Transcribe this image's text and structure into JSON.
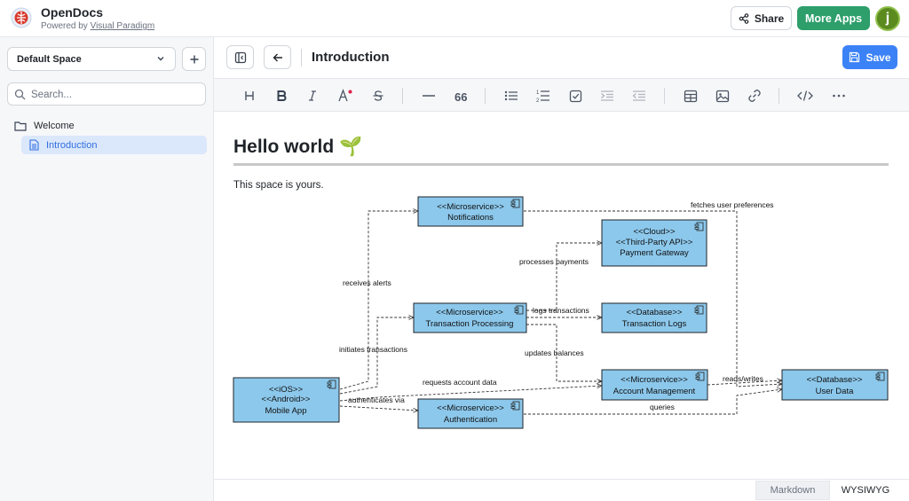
{
  "app": {
    "title": "OpenDocs",
    "powered_by_prefix": "Powered by ",
    "powered_by_link": "Visual Paradigm"
  },
  "topbar": {
    "share_label": "Share",
    "more_apps_label": "More Apps",
    "avatar_initial": "j"
  },
  "sidebar": {
    "space_name": "Default Space",
    "search_placeholder": "Search...",
    "tree": [
      {
        "label": "Welcome",
        "icon": "folder-icon"
      },
      {
        "label": "Introduction",
        "icon": "document-icon",
        "selected": true
      }
    ]
  },
  "header": {
    "page_title": "Introduction",
    "save_label": "Save"
  },
  "toolbar": {
    "items": [
      "heading",
      "bold",
      "italic",
      "text-color",
      "strikethrough",
      "horizontal-rule",
      "quote",
      "bullet-list",
      "numbered-list",
      "task-list",
      "indent",
      "outdent",
      "table",
      "image",
      "link",
      "code",
      "more"
    ]
  },
  "document": {
    "heading": "Hello world 🌱",
    "paragraph": "This space is yours."
  },
  "diagram": {
    "nodes": {
      "notifications": [
        "<<Microservice>>",
        "Notifications"
      ],
      "payment": [
        "<<Cloud>>",
        "<<Third-Party API>>",
        "Payment Gateway"
      ],
      "txproc": [
        "<<Microservice>>",
        "Transaction Processing"
      ],
      "txlogs": [
        "<<Database>>",
        "Transaction Logs"
      ],
      "mobile": [
        "<<iOS>>",
        "<<Android>>",
        "Mobile App"
      ],
      "account": [
        "<<Microservice>>",
        "Account Management"
      ],
      "userdata": [
        "<<Database>>",
        "User Data"
      ],
      "auth": [
        "<<Microservice>>",
        "Authentication"
      ]
    },
    "edges": {
      "fetches": "fetches user preferences",
      "processes": "processes payments",
      "receives": "receives alerts",
      "logs": "logs transactions",
      "initiates": "initiates transactions",
      "updates": "updates balances",
      "requests": "requests account data",
      "readswrites": "reads/writes",
      "authenticates": "authenticates via",
      "queries": "queries"
    },
    "node_fill": "#8cc8ec"
  },
  "bottom_tabs": {
    "markdown": "Markdown",
    "wysiwyg": "WYSIWYG",
    "active": "WYSIWYG"
  }
}
